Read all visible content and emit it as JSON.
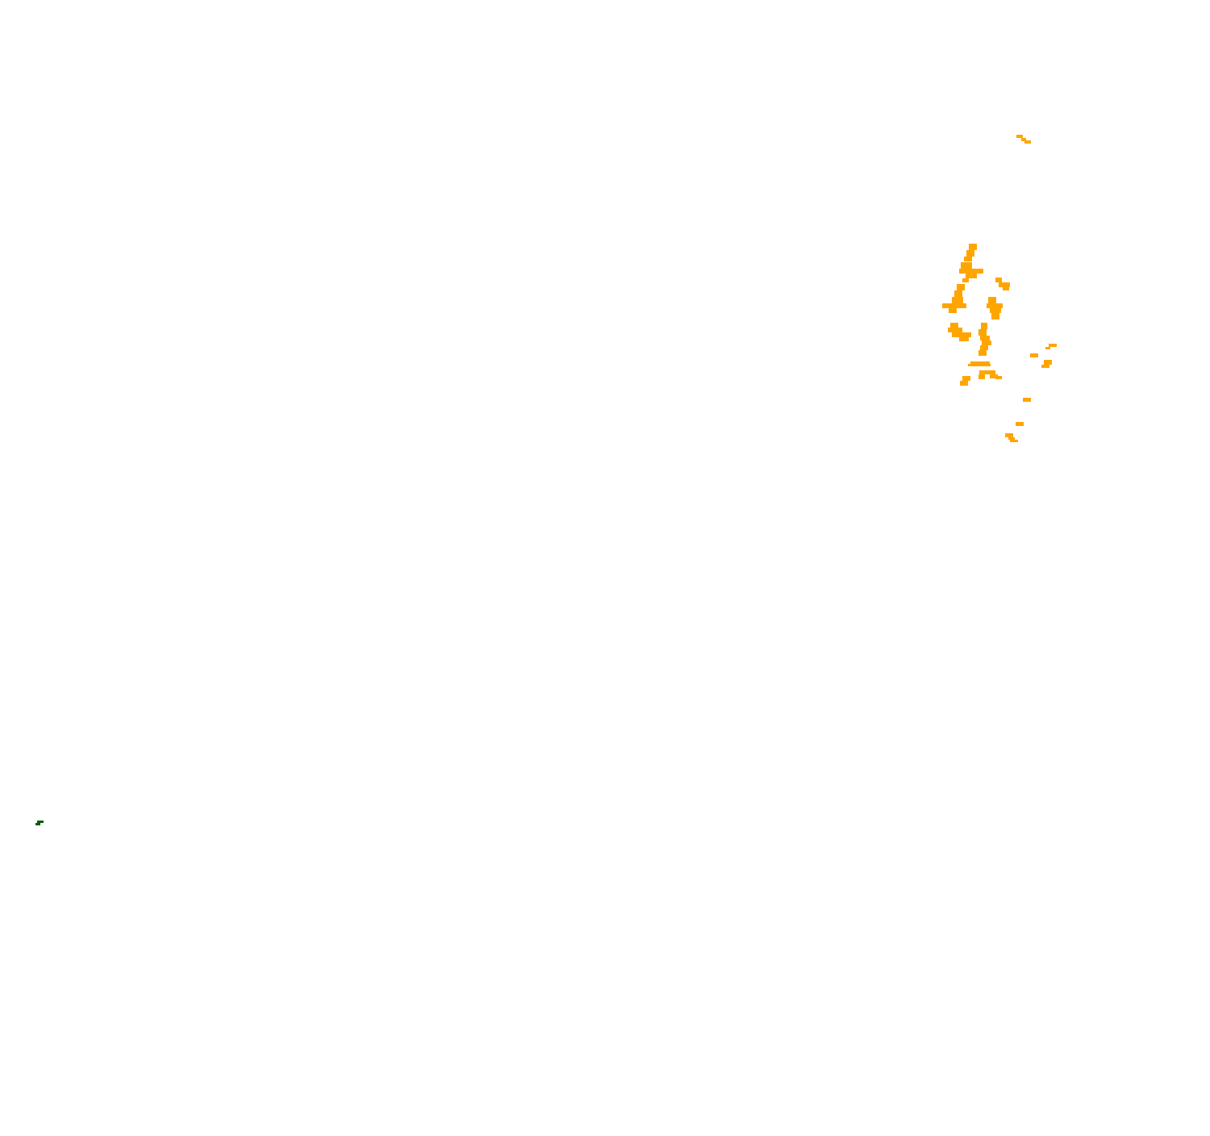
{
  "map": {
    "background_color": "#ffffff",
    "colors": {
      "orange": "#FFA500",
      "dark_green": "#0A5C0A"
    },
    "layers": [
      {
        "name": "orange-cluster",
        "color_key": "orange",
        "shape": "pixel-blocks"
      },
      {
        "name": "green-marker",
        "color_key": "dark_green",
        "shape": "pixel-blocks"
      }
    ]
  }
}
